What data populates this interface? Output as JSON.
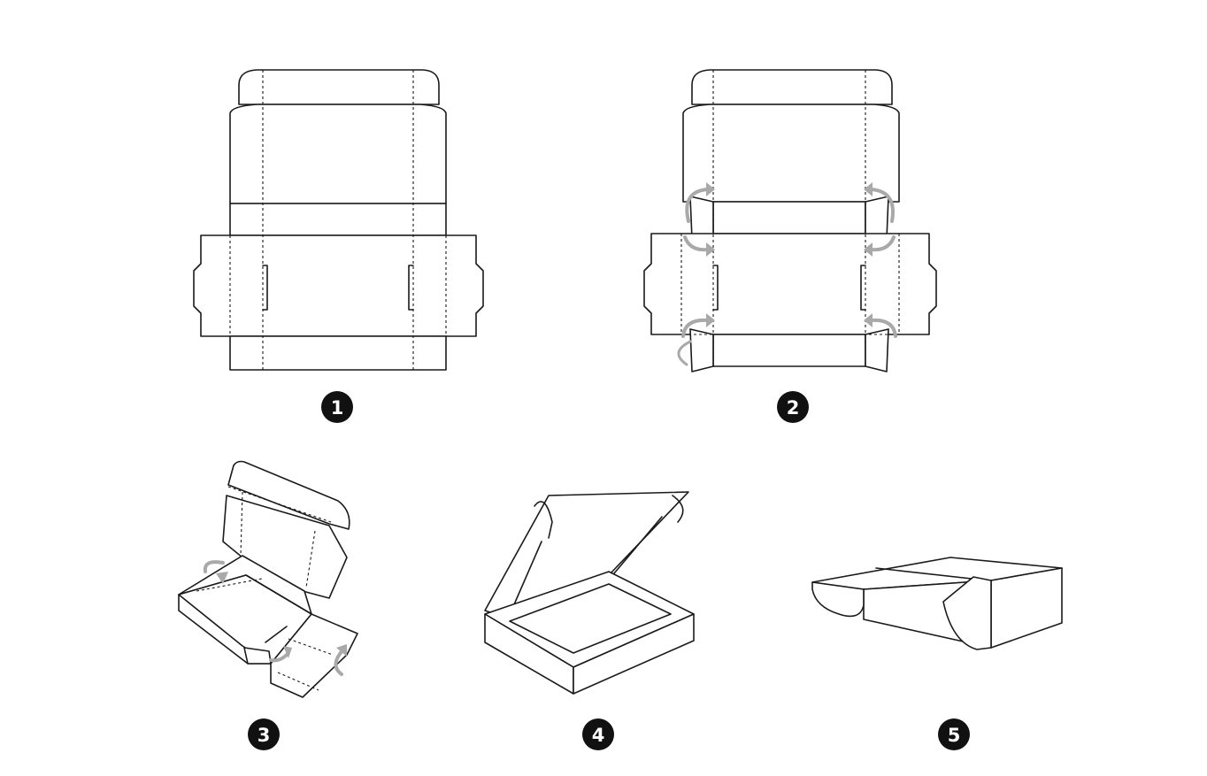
{
  "steps": [
    {
      "number": "1",
      "description_icon": "flat-box-net"
    },
    {
      "number": "2",
      "description_icon": "box-net-with-fold-arrows"
    },
    {
      "number": "3",
      "description_icon": "box-partially-folded"
    },
    {
      "number": "4",
      "description_icon": "box-open-lid"
    },
    {
      "number": "5",
      "description_icon": "box-closed"
    }
  ],
  "colors": {
    "line": "#1a1a1a",
    "arrow": "#a9a9a9",
    "badge": "#111111",
    "background": "#ffffff"
  }
}
